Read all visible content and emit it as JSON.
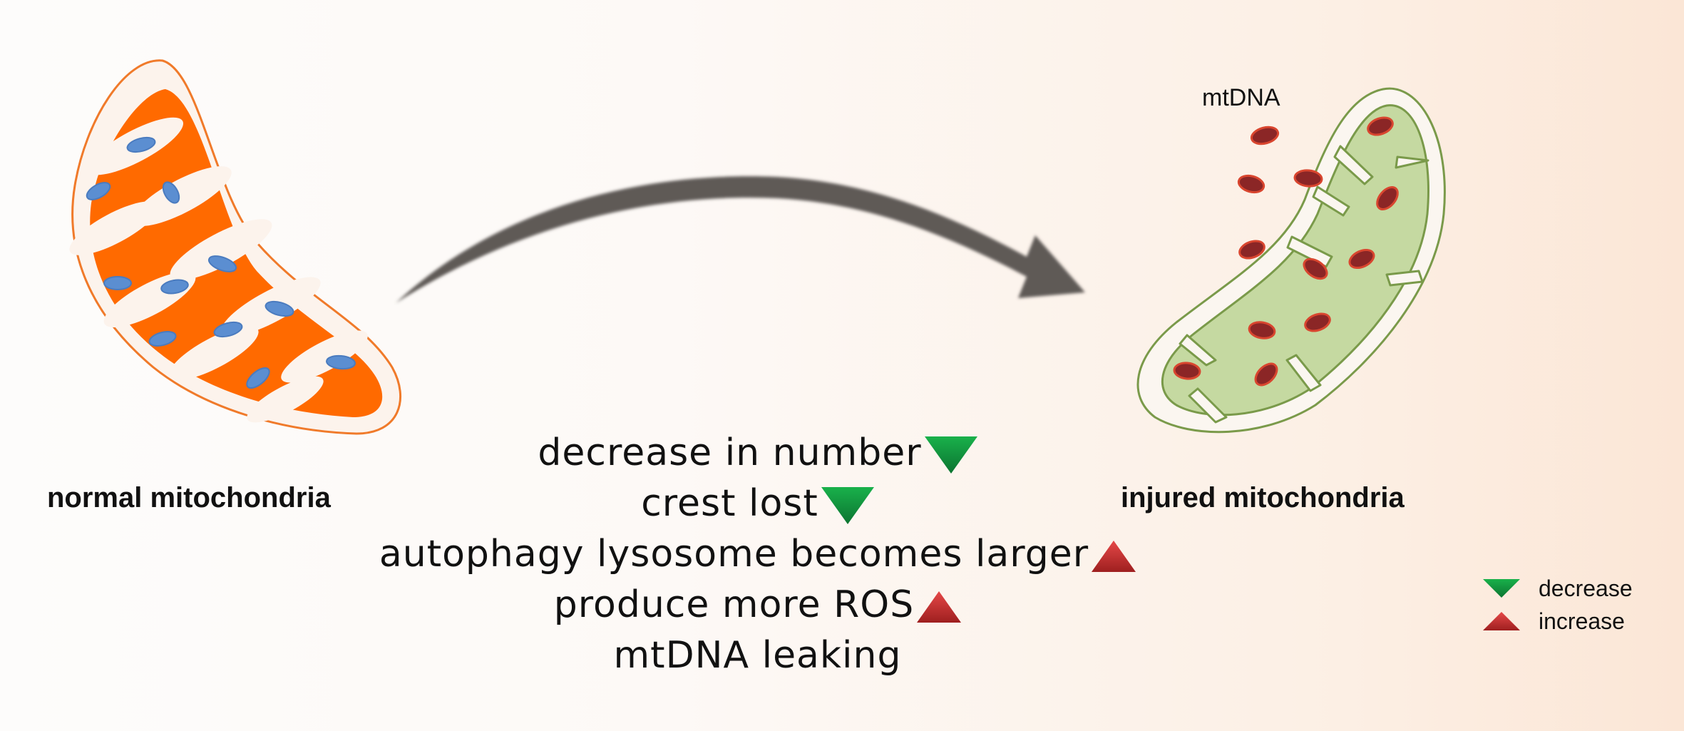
{
  "normal_label": "normal mitochondria",
  "injured_label": "injured mitochondria",
  "mtdna_label": "mtDNA",
  "changes": [
    {
      "text": "decrease in number",
      "indicator": "decrease"
    },
    {
      "text": "crest lost",
      "indicator": "decrease"
    },
    {
      "text": "autophagy lysosome becomes larger",
      "indicator": "increase"
    },
    {
      "text": "produce more ROS",
      "indicator": "increase"
    },
    {
      "text": "mtDNA leaking",
      "indicator": "none"
    }
  ],
  "legend": {
    "decrease": "decrease",
    "increase": "increase"
  },
  "colors": {
    "normal_matrix": "#ff6a00",
    "normal_outline": "#f07a2a",
    "dna_blue": "#5b8ed1",
    "injured_matrix": "#c5d9a1",
    "injured_outline": "#7a9a4a",
    "mtdna_red": "#8b2626",
    "arrow": "#5f5a57",
    "decrease_green": "#1aa64a",
    "increase_red": "#d83a3a"
  }
}
